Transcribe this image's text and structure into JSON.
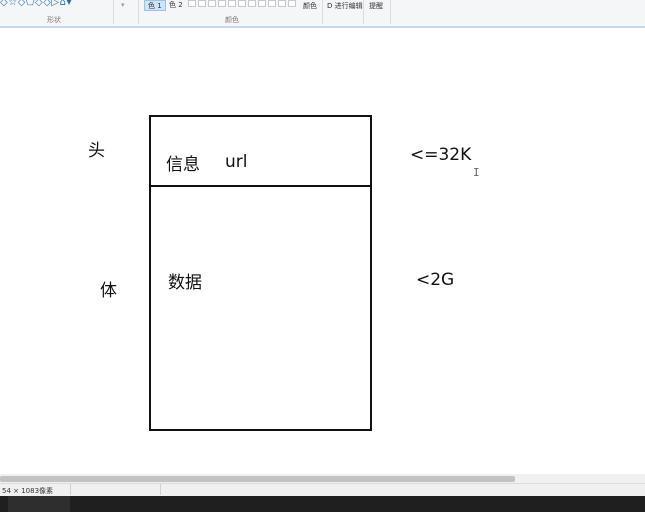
{
  "ribbon": {
    "shapes_glyphs": "◇☆◇⬠◇◇▷⌂▾",
    "outline_label": "▾",
    "color1_label": "色 1",
    "color2_label": "色 2",
    "edit_colors_label": "颜色",
    "edit_colors_paint3d": "D 进行编辑",
    "remind_label": "提醒",
    "groups": {
      "shapes": "形状",
      "colors": "颜色"
    }
  },
  "canvas": {
    "labels": {
      "head": "头",
      "body": "体",
      "info": "信息",
      "url": "url",
      "data": "数据",
      "head_limit": "<=32K",
      "body_limit": "<2G"
    }
  },
  "statusbar": {
    "dimensions": "54 × 1083像素"
  },
  "colors": {
    "accent": "#2b6cb0",
    "ink": "#111111",
    "taskbar": "#1f1f1f"
  }
}
